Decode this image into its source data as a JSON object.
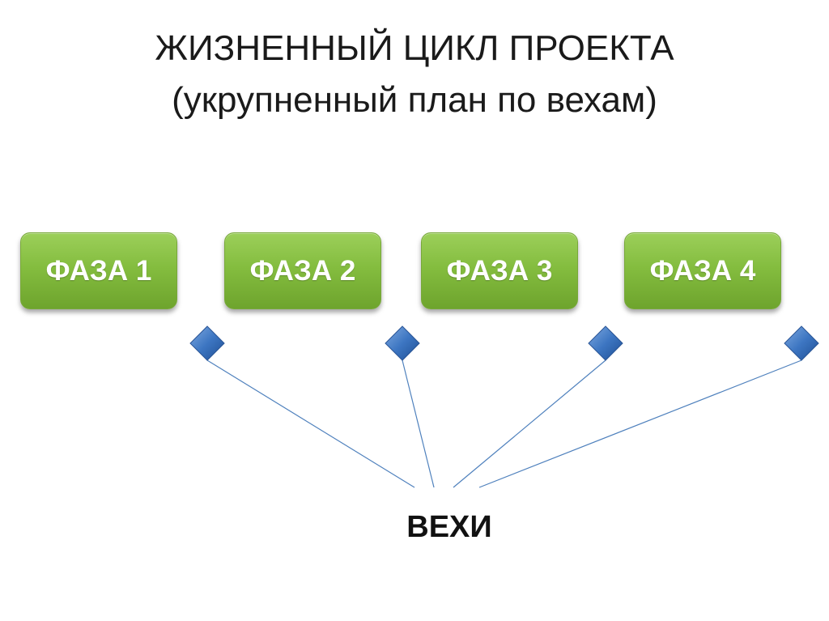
{
  "title": {
    "line1": "ЖИЗНЕННЫЙ ЦИКЛ ПРОЕКТА",
    "line2": "(укрупненный план по вехам)"
  },
  "phases": [
    {
      "label": "ФАЗА 1"
    },
    {
      "label": "ФАЗА 2"
    },
    {
      "label": "ФАЗА 3"
    },
    {
      "label": "ФАЗА 4"
    }
  ],
  "milestones_label": "ВЕХИ",
  "colors": {
    "phase_fill": "#84bd3f",
    "milestone_fill": "#3d76c2",
    "connector": "#4f81bd"
  }
}
